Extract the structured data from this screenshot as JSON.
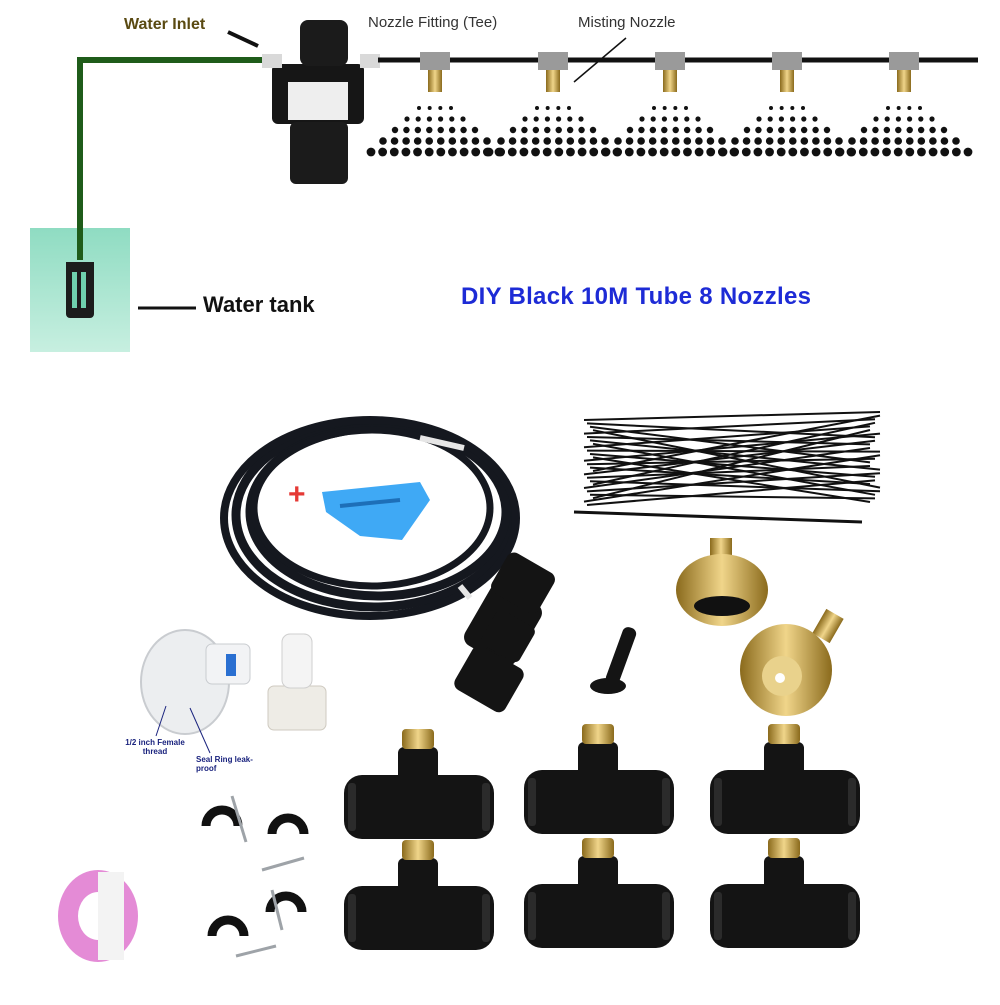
{
  "diagram": {
    "water_inlet_label": "Water Inlet",
    "nozzle_fitting_label": "Nozzle Fitting (Tee)",
    "misting_nozzle_label": "Misting Nozzle",
    "water_tank_label": "Water tank",
    "product_title": "DIY  Black 10M Tube  8 Nozzles"
  },
  "components": {
    "thread_label": "1/2 inch Female thread",
    "seal_label": "Seal Ring leak-proof",
    "plus_sign": "+"
  },
  "colors": {
    "title_blue": "#1d2bd6",
    "tube_green": "#1f5c1a",
    "tank_teal": "#a8e4cf",
    "brass": "#c9a441",
    "cutter_blue": "#3fa9f5",
    "tape_pink": "#e48bd6"
  }
}
